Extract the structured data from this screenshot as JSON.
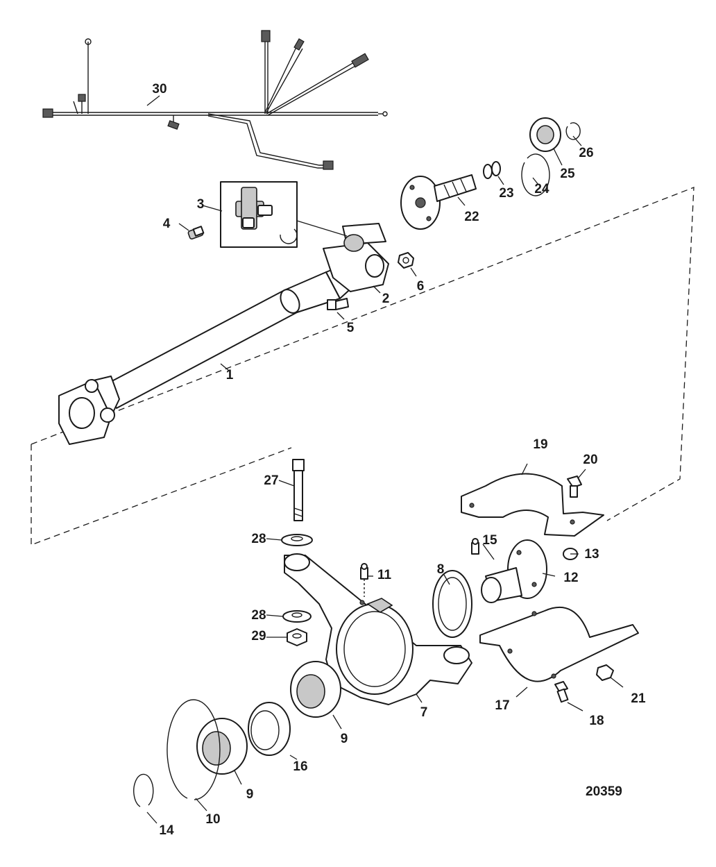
{
  "figure_number": "20359",
  "callouts": {
    "c1": "1",
    "c2": "2",
    "c3": "3",
    "c4": "4",
    "c5": "5",
    "c6": "6",
    "c7": "7",
    "c8": "8",
    "c9a": "9",
    "c9b": "9",
    "c10": "10",
    "c11": "11",
    "c12": "12",
    "c13": "13",
    "c14": "14",
    "c15": "15",
    "c16": "16",
    "c17": "17",
    "c18": "18",
    "c19": "19",
    "c20": "20",
    "c21": "21",
    "c22": "22",
    "c23": "23",
    "c24": "24",
    "c25": "25",
    "c26": "26",
    "c27": "27",
    "c28a": "28",
    "c28b": "28",
    "c29": "29",
    "c30": "30"
  }
}
